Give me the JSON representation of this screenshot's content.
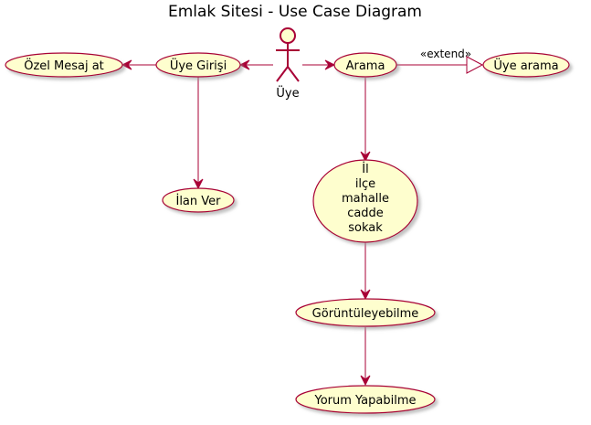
{
  "title": "Emlak Sitesi - Use Case Diagram",
  "actor": {
    "name": "Üye"
  },
  "use_cases": {
    "ozel_mesaj": "Özel Mesaj at",
    "uye_girisi": "Üye Girişi",
    "arama": "Arama",
    "uye_arama": "Üye arama",
    "ilan_ver": "İlan Ver",
    "location_lines": [
      "İl",
      "ilçe",
      "mahalle",
      "cadde",
      "sokak"
    ],
    "goruntuleyebilme": "Görüntüleyebilme",
    "yorum": "Yorum Yapabilme"
  },
  "relations": {
    "extend_label": "«extend»"
  },
  "colors": {
    "usecase_fill": "#fefece",
    "border": "#a80036",
    "shadow": "#b5b5b5"
  }
}
